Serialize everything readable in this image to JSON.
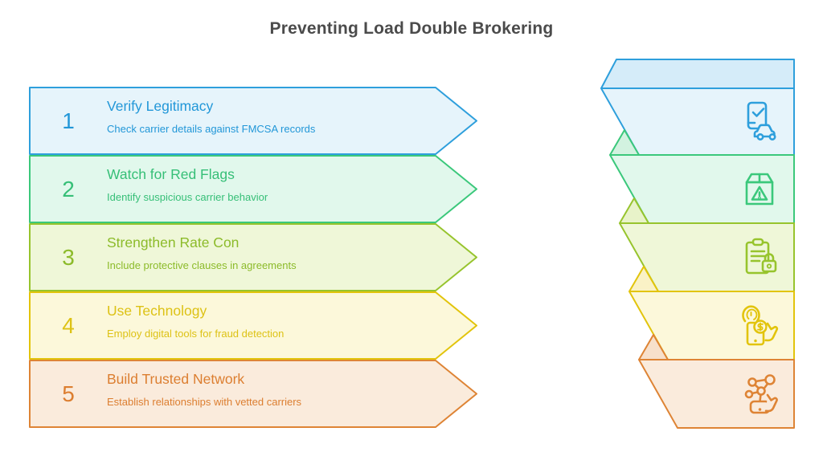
{
  "title": "Preventing Load Double Brokering",
  "steps": [
    {
      "number": "1",
      "title": "Verify Legitimacy",
      "description": "Check carrier details against FMCSA records",
      "icon": "phone-verify-car-icon",
      "colors": {
        "accent": "#2297d8",
        "stroke": "#2e9fdc",
        "fill": "#e6f4fb",
        "fold": "#d5ecf9"
      }
    },
    {
      "number": "2",
      "title": "Watch for Red Flags",
      "description": "Identify suspicious carrier behavior",
      "icon": "package-warning-icon",
      "colors": {
        "accent": "#36bf77",
        "stroke": "#3bc87b",
        "fill": "#e1f8ec",
        "fold": "#d2f2e0"
      }
    },
    {
      "number": "3",
      "title": "Strengthen Rate Con",
      "description": "Include protective clauses in agreements",
      "icon": "clipboard-lock-icon",
      "colors": {
        "accent": "#8cbb2a",
        "stroke": "#97c42d",
        "fill": "#eff7d8",
        "fold": "#e8f3c9"
      }
    },
    {
      "number": "4",
      "title": "Use Technology",
      "description": "Employ digital tools for fraud detection",
      "icon": "fingerprint-payment-icon",
      "colors": {
        "accent": "#ddc215",
        "stroke": "#e2c40c",
        "fill": "#fcf8da",
        "fold": "#faf2c6"
      }
    },
    {
      "number": "5",
      "title": "Build Trusted Network",
      "description": "Establish relationships with vetted carriers",
      "icon": "network-hand-icon",
      "colors": {
        "accent": "#dc7e30",
        "stroke": "#de8435",
        "fill": "#faebdc",
        "fold": "#f7e0cb"
      }
    }
  ]
}
